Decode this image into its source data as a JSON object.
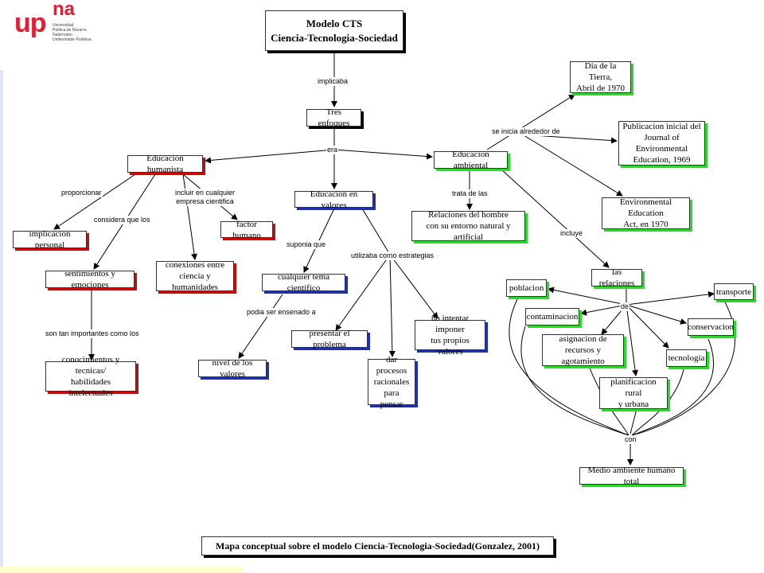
{
  "logo": {
    "main": "upna",
    "main_a": "up",
    "main_b": "na",
    "sub": "Universidad\nPública de Navarra\nNafarroako\nUnibertsitate Publikoa"
  },
  "nodes": {
    "title": "Modelo CTS\nCiencia-Tecnologia-Sociedad",
    "tres": "Tres enfoques",
    "humanista": "Educacion humanista",
    "valores": "Educacion en valores",
    "ambiental": "Educacion ambiental",
    "implicacion": "implicacion personal",
    "factor": "factor humano",
    "conexiones": "conexiones entre\nciencia y humanidades",
    "sentimientos": "sentimientos y emociones",
    "conocimientos": "conocimientos y tecnicas/\nhabilidades intelectuales",
    "tema": "cualquier tema cientifico",
    "nivel": "nivel de los valores",
    "problema": "presentar el problema",
    "procesos": "dar procesos\nracionales\npara pensar",
    "imponer": "no intentar imponer\ntus propios valores",
    "relaciones_hombre": "Relaciones del hombre\ncon su entorno natural y artificial",
    "dia": "Dia de la Tierra,\nAbril de 1970",
    "journal": "Publicacion inicial del\nJournal of Environmental\nEducation, 1969",
    "act": "Environmental Education\nAct, en 1970",
    "las_relaciones": "las relaciones",
    "poblacion": "poblacion",
    "transporte": "transporte",
    "contaminacion": "contaminacion",
    "conservacion": "conservacion",
    "asignacion": "asignacion de\nrecursos y agotamiento",
    "tecnologia": "tecnologia",
    "planificacion": "planificacion rural\ny urbana",
    "medio": "Medio ambiente humano total",
    "caption": "Mapa conceptual sobre el modelo Ciencia-Tecnologia-Sociedad(Gonzalez, 2001)"
  },
  "links": {
    "implicaba": "implicaba",
    "era": "era",
    "proporcionar": "proporcionar",
    "considera": "considera que los",
    "incluir": "incluir en cualquier\nempresa cientifica",
    "son_tan": "son tan importantes como los",
    "suponia": "suponia que",
    "utilizaba": "utilizaba como estrategias",
    "podia": "podia ser ensenado a",
    "trata": "trata de las",
    "se_inicia": "se inicia alrededor de",
    "incluye": "incluye",
    "de": "de",
    "con": "con"
  },
  "colors": {
    "black": "#000000",
    "red": "#e00000",
    "blue": "#1c2fb8",
    "green": "#22e022",
    "logo_red": "#e31d34"
  }
}
